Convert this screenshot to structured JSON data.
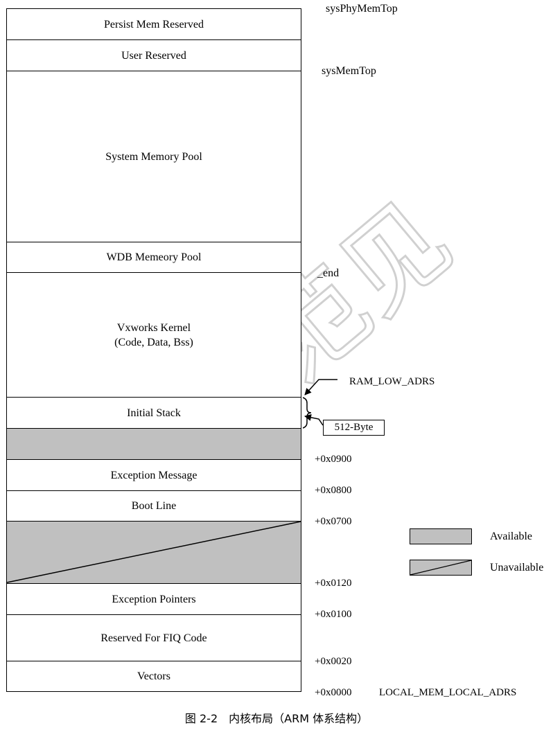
{
  "blocks": [
    {
      "label": "Persist Mem Reserved",
      "fill": "white"
    },
    {
      "label": "User Reserved",
      "fill": "white"
    },
    {
      "label": "System Memory Pool",
      "fill": "white"
    },
    {
      "label": "WDB Memeory Pool",
      "fill": "white"
    },
    {
      "label": "Vxworks Kernel\n(Code, Data, Bss)",
      "fill": "white"
    },
    {
      "label": "Initial Stack",
      "fill": "white"
    },
    {
      "label": "",
      "fill": "available"
    },
    {
      "label": "Exception Message",
      "fill": "white"
    },
    {
      "label": "Boot Line",
      "fill": "white"
    },
    {
      "label": "",
      "fill": "unavailable"
    },
    {
      "label": "Exception Pointers",
      "fill": "white"
    },
    {
      "label": "Reserved For FIQ Code",
      "fill": "white"
    },
    {
      "label": "Vectors",
      "fill": "white"
    }
  ],
  "symbols": {
    "sys_phy_mem_top": "sysPhyMemTop",
    "sys_mem_top": "sysMemTop",
    "end": "_end",
    "ram_low_adrs": "RAM_LOW_ADRS",
    "local_mem_local_adrs": "LOCAL_MEM_LOCAL_ADRS"
  },
  "stack_size_label": "512-Byte",
  "offsets": [
    "+0x0900",
    "+0x0800",
    "+0x0700",
    "+0x0120",
    "+0x0100",
    "+0x0020",
    "+0x0000"
  ],
  "legend": {
    "available": "Available",
    "unavailable": "Unavailable"
  },
  "watermark": "范见",
  "caption": "图 2-2　内核布局（ARM 体系结构）",
  "colors": {
    "available_fill": "#c0c0c0",
    "border": "#000000",
    "watermark": "#d0d0d0"
  }
}
